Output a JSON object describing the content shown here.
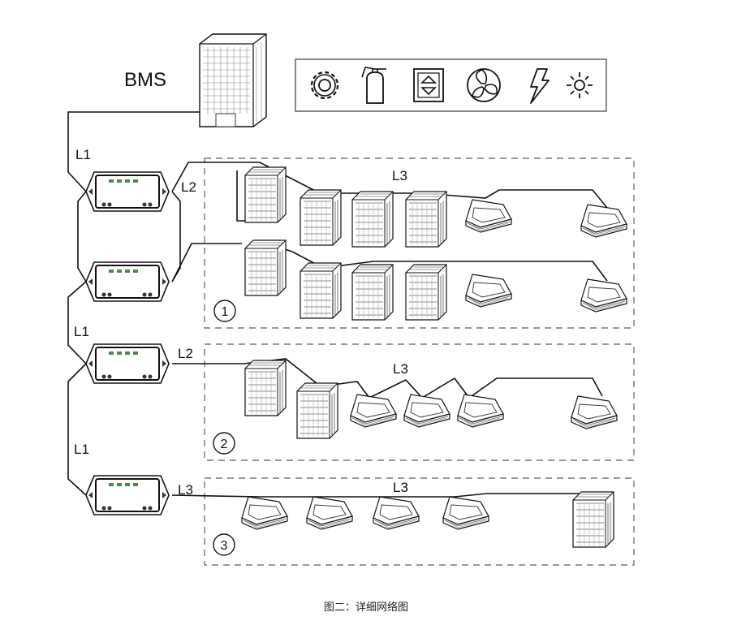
{
  "bms": {
    "label": "BMS"
  },
  "icons": [
    "gear-icon",
    "fire-extinguisher-icon",
    "up-down-icon",
    "fan-icon",
    "lightning-icon",
    "sun-icon"
  ],
  "links": {
    "l1_top": "L1",
    "l1_mid": "L1",
    "l1_bot": "L1",
    "l2_g1": "L2",
    "l2_g2": "L2",
    "l3_g1": "L3",
    "l3_g2": "L3",
    "l3_g3_gw": "L3",
    "l3_g3": "L3"
  },
  "groups": [
    {
      "number": "1"
    },
    {
      "number": "2"
    },
    {
      "number": "3"
    }
  ],
  "caption": "图二：详细网络图"
}
